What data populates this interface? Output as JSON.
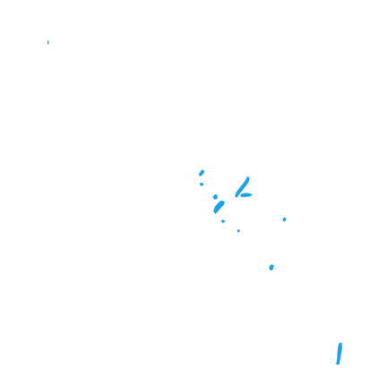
{
  "map": {
    "background_color": "#ffffff",
    "land_color": "#1aa3e8",
    "features": [
      {
        "name": "islet-northwest",
        "kind": "islet"
      },
      {
        "name": "island-cluster-north",
        "kind": "island-group"
      },
      {
        "name": "island-long-northeast",
        "kind": "island"
      },
      {
        "name": "island-spur-east",
        "kind": "island"
      },
      {
        "name": "island-cluster-central",
        "kind": "island-group"
      },
      {
        "name": "islet-central-south",
        "kind": "islet"
      },
      {
        "name": "islet-east",
        "kind": "islet"
      },
      {
        "name": "islet-south",
        "kind": "islet"
      },
      {
        "name": "islet-southeast",
        "kind": "islet"
      },
      {
        "name": "island-chain-far-southeast",
        "kind": "island-chain"
      }
    ]
  }
}
